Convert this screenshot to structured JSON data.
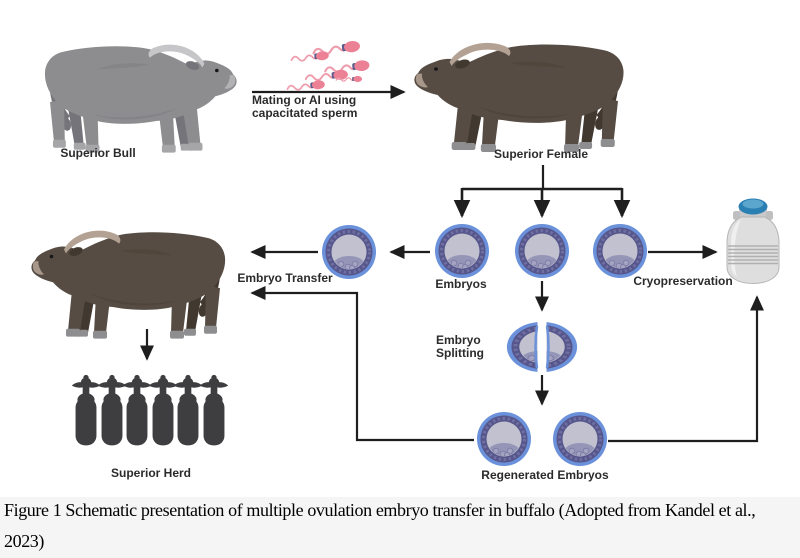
{
  "diagram": {
    "superior_bull_label": "Superior Bull",
    "mating_label_line1": "Mating or AI using",
    "mating_label_line2": "capacitated sperm",
    "superior_female_label": "Superior Female",
    "embryo_transfer_label": "Embryo Transfer",
    "embryos_label": "Embryos",
    "cryopreservation_label": "Cryopreservation",
    "embryo_splitting_line1": "Embryo",
    "embryo_splitting_line2": "Splitting",
    "regenerated_embryos_label": "Regenerated Embryos",
    "superior_herd_label": "Superior Herd",
    "icons": {
      "bull": "gray-buffalo-side-icon",
      "female": "dark-buffalo-side-icon",
      "recipient_cow": "dark-buffalo-side-icon",
      "sperm": "sperm-cells-icon",
      "embryo": "blastocyst-embryo-icon",
      "split_embryo": "split-embryo-icon",
      "cryotank": "liquid-nitrogen-tank-icon",
      "herd": "buffalo-herd-silhouette-icon"
    },
    "colors": {
      "embryo_outer_blue": "#6a91da",
      "embryo_cell_ring": "#56568c",
      "embryo_inner": "#c1c1cf",
      "embryo_cluster": "#9595b8",
      "sperm_pink": "#ec8095",
      "sperm_band": "#5c5a8a",
      "tank_cap_blue": "#2a7fb3",
      "tank_body_gray": "#dedede",
      "bull_gray": "#8d8d8f",
      "buffalo_brown": "#564c43",
      "herd_dark": "#3e3e40",
      "arrow_black": "#1e1e1e",
      "caption_bg": "#f6f5f6"
    }
  },
  "figure": {
    "caption_line1": "Figure 1 Schematic presentation of multiple ovulation embryo transfer in buffalo (Adopted from Kandel et al.,",
    "caption_line2": "2023)"
  }
}
